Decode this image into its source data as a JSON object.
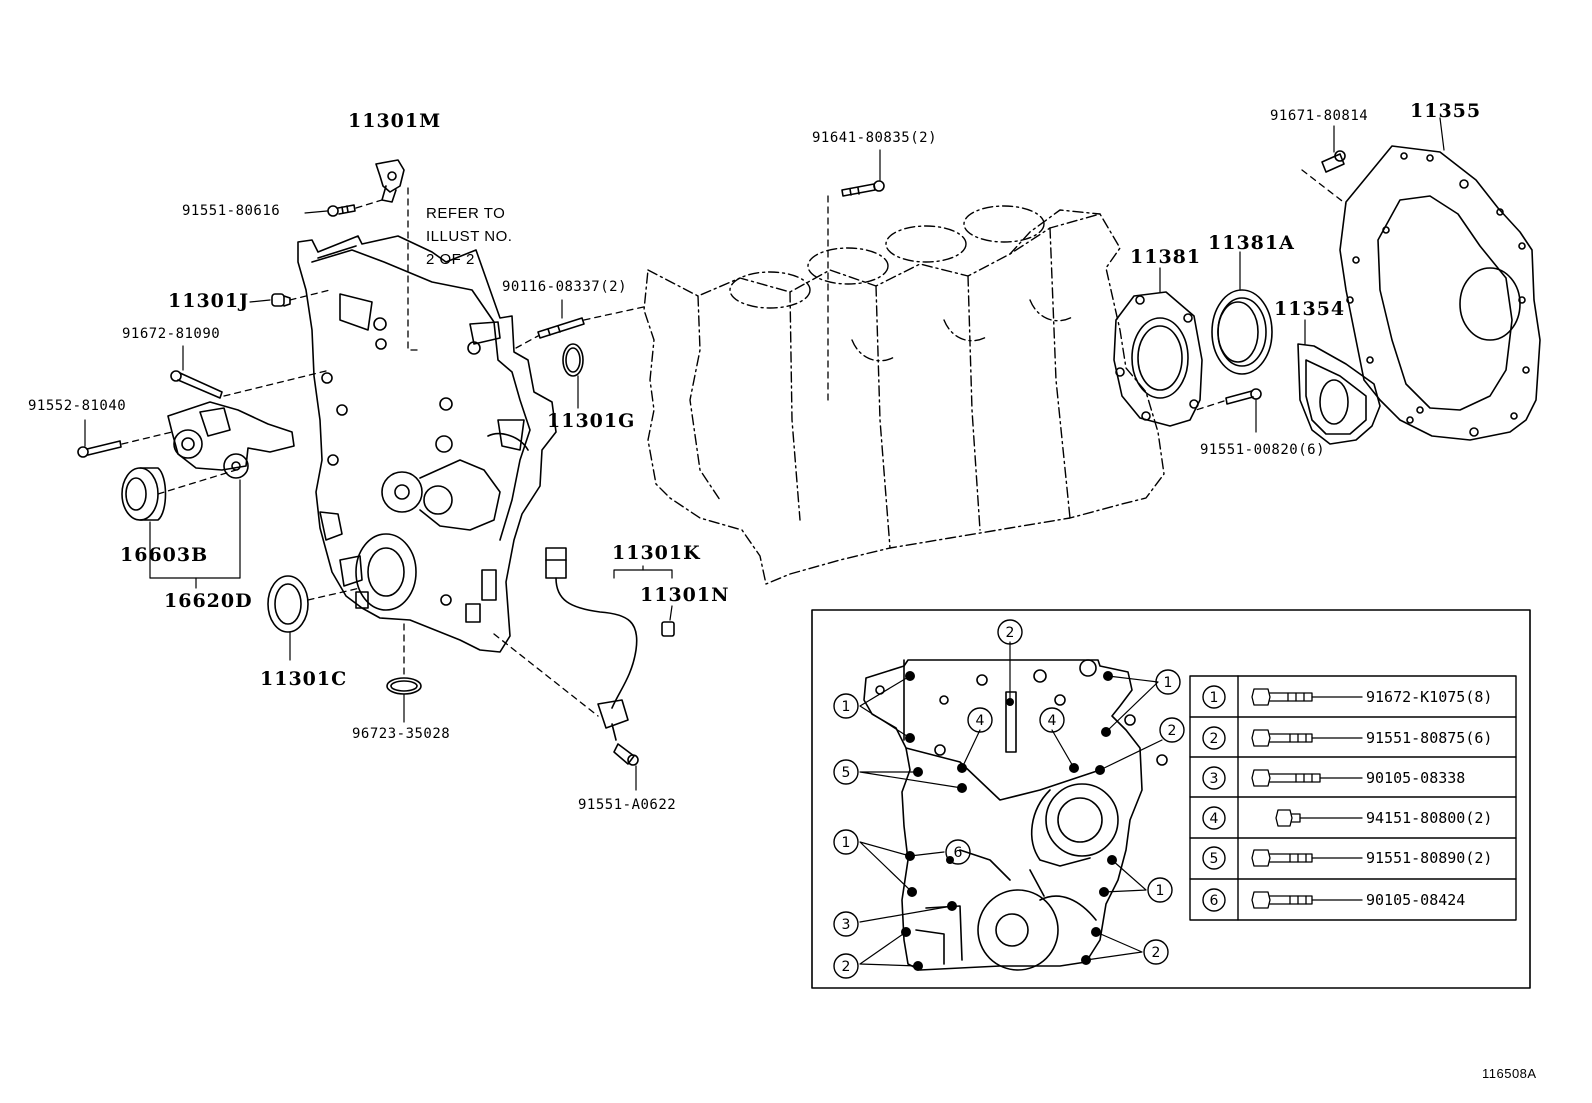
{
  "part_labels": {
    "p11301M": "11301M",
    "p91551_80616": "91551-80616",
    "refer_note": [
      "REFER TO",
      "ILLUST NO.",
      "2 OF 2"
    ],
    "p11301J": "11301J",
    "p91672_81090": "91672-81090",
    "p91552_81040": "91552-81040",
    "p16603B": "16603B",
    "p16620D": "16620D",
    "p11301C": "11301C",
    "p96723_35028": "96723-35028",
    "p90116_08337": "90116-08337(2)",
    "p11301G": "11301G",
    "p11301K": "11301K",
    "p11301N": "11301N",
    "p91551_A0622": "91551-A0622",
    "p91641_80835": "91641-80835(2)",
    "p11381": "11381",
    "p11381A": "11381A",
    "p11354": "11354",
    "p91551_00820": "91551-00820(6)",
    "p91671_80814": "91671-80814",
    "p11355": "11355"
  },
  "bolt_table": [
    {
      "num": "1",
      "part": "91672-K1075(8)"
    },
    {
      "num": "2",
      "part": "91551-80875(6)"
    },
    {
      "num": "3",
      "part": "90105-08338"
    },
    {
      "num": "4",
      "part": "94151-80800(2)"
    },
    {
      "num": "5",
      "part": "91551-80890(2)"
    },
    {
      "num": "6",
      "part": "90105-08424"
    }
  ],
  "inset_callouts": [
    "1",
    "2",
    "3",
    "4",
    "5",
    "6"
  ],
  "figure_id": "116508A"
}
